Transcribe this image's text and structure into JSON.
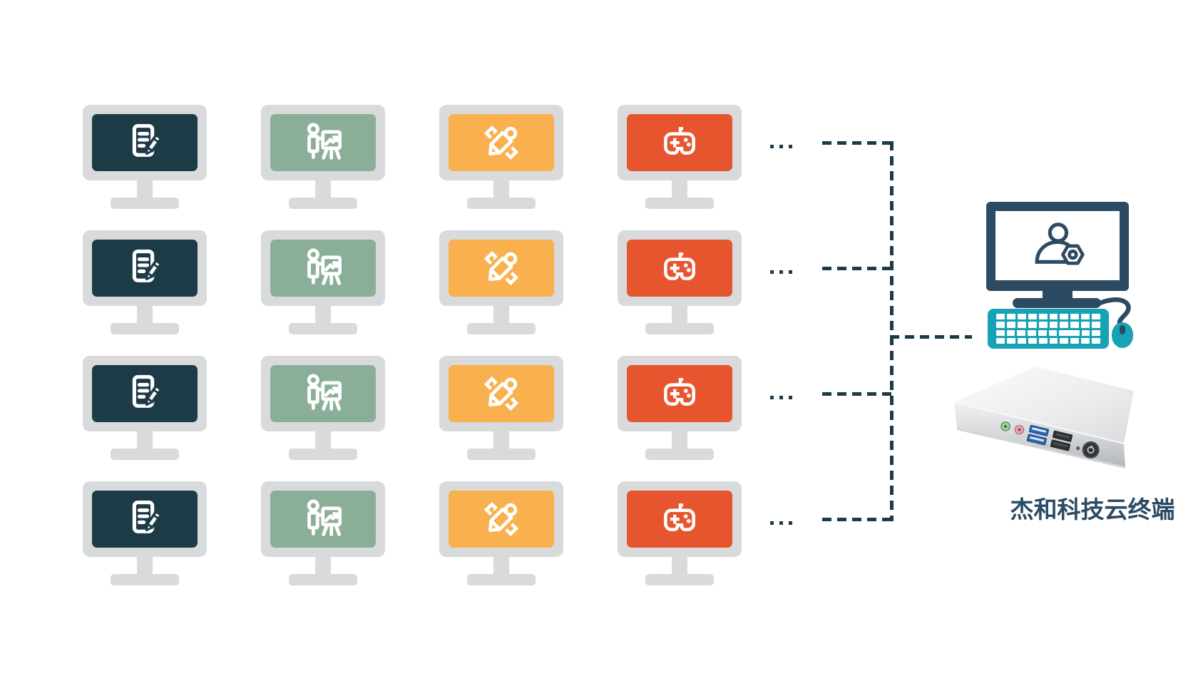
{
  "colors": {
    "background": "#ffffff",
    "monitor_frame_gray": "#d8dadb",
    "dark_teal": "#1d3b47",
    "sage_green": "#8bae99",
    "amber": "#f9b04e",
    "red_orange": "#e7552e",
    "host_navy": "#2d4a63",
    "peripheral_teal": "#17a2b5",
    "label_navy": "#2b4a63"
  },
  "grid": {
    "rows": 4,
    "dots_per_row": 3,
    "columns": [
      {
        "name": "documents",
        "icon": "document-pencil-icon",
        "screen_color": "#1d3b47"
      },
      {
        "name": "presentation",
        "icon": "presenter-chart-icon",
        "screen_color": "#8bae99"
      },
      {
        "name": "design",
        "icon": "ruler-pencil-icon",
        "screen_color": "#f9b04e"
      },
      {
        "name": "gaming",
        "icon": "gamepad-icon",
        "screen_color": "#e7552e"
      }
    ]
  },
  "host": {
    "icon": "user-gear-icon",
    "label": "杰和科技云终端"
  }
}
